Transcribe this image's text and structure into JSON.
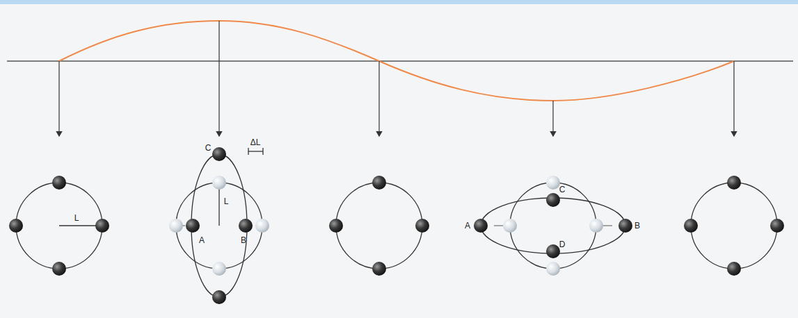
{
  "diagram": {
    "labels": [
      "L",
      "C",
      "ΔL",
      "L",
      "A",
      "B",
      "A",
      "C",
      "D",
      "B"
    ]
  }
}
